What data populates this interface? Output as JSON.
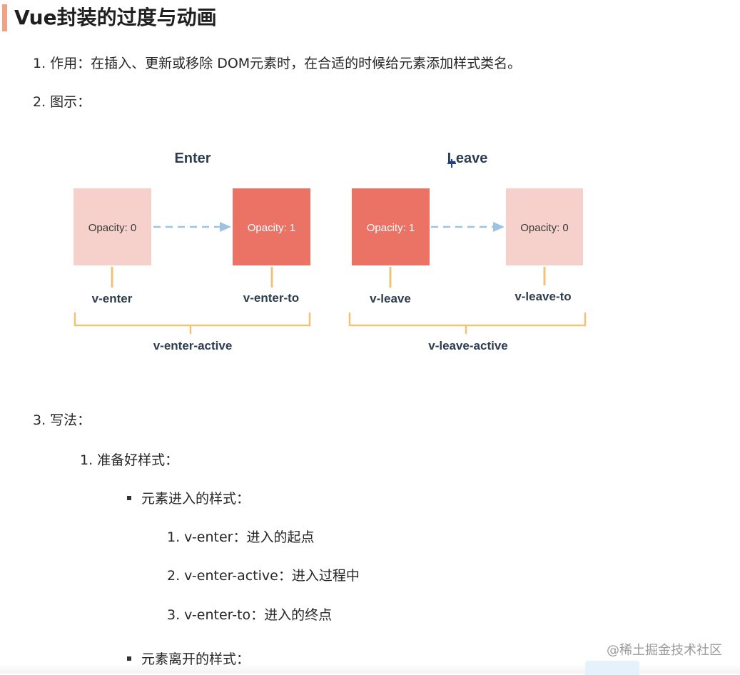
{
  "heading": "Vue封装的过度与动画",
  "items": {
    "purpose": "1. 作用：在插入、更新或移除 DOM元素时，在合适的时候给元素添加样式类名。",
    "diagram_label": "2. 图示：",
    "usage": "3. 写法：",
    "prepare": "1. 准备好样式：",
    "enter_styles": "元素进入的样式：",
    "enter_1": "1. v-enter：进入的起点",
    "enter_2": "2. v-enter-active：进入过程中",
    "enter_3": "3. v-enter-to：进入的终点",
    "leave_styles": "元素离开的样式："
  },
  "diagram": {
    "enter_title": "Enter",
    "leave_title": "Leave",
    "enter_from_box": "Opacity: 0",
    "enter_to_box": "Opacity: 1",
    "leave_from_box": "Opacity: 1",
    "leave_to_box": "Opacity: 0",
    "enter_label": "v-enter",
    "enter_to_label": "v-enter-to",
    "enter_active_label": "v-enter-active",
    "leave_label": "v-leave",
    "leave_to_label": "v-leave-to",
    "leave_active_label": "v-leave-active",
    "colors": {
      "light_box": "#f6d0cb",
      "dark_box": "#ea7366",
      "arrow": "#9cc3e3",
      "bracket": "#f0c27a",
      "title": "#2c3e50"
    }
  },
  "watermark": "@稀土掘金技术社区"
}
